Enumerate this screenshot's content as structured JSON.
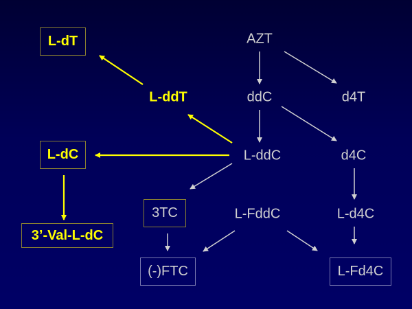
{
  "nodes": {
    "l_dt": "L-dT",
    "l_ddt": "L-ddT",
    "l_dc": "L-dC",
    "val_l_dc": "3’-Val-L-dC",
    "azt": "AZT",
    "ddc": "ddC",
    "d4t": "d4T",
    "l_ddc": "L-ddC",
    "d4c": "d4C",
    "tc3": "3TC",
    "l_fddc": "L-FddC",
    "l_d4c": "L-d4C",
    "ftc": "(-)FTC",
    "l_fd4c": "L-Fd4C"
  },
  "colors": {
    "highlight": "#ffff00",
    "normal": "#d0d0d0",
    "background": "#000058"
  }
}
